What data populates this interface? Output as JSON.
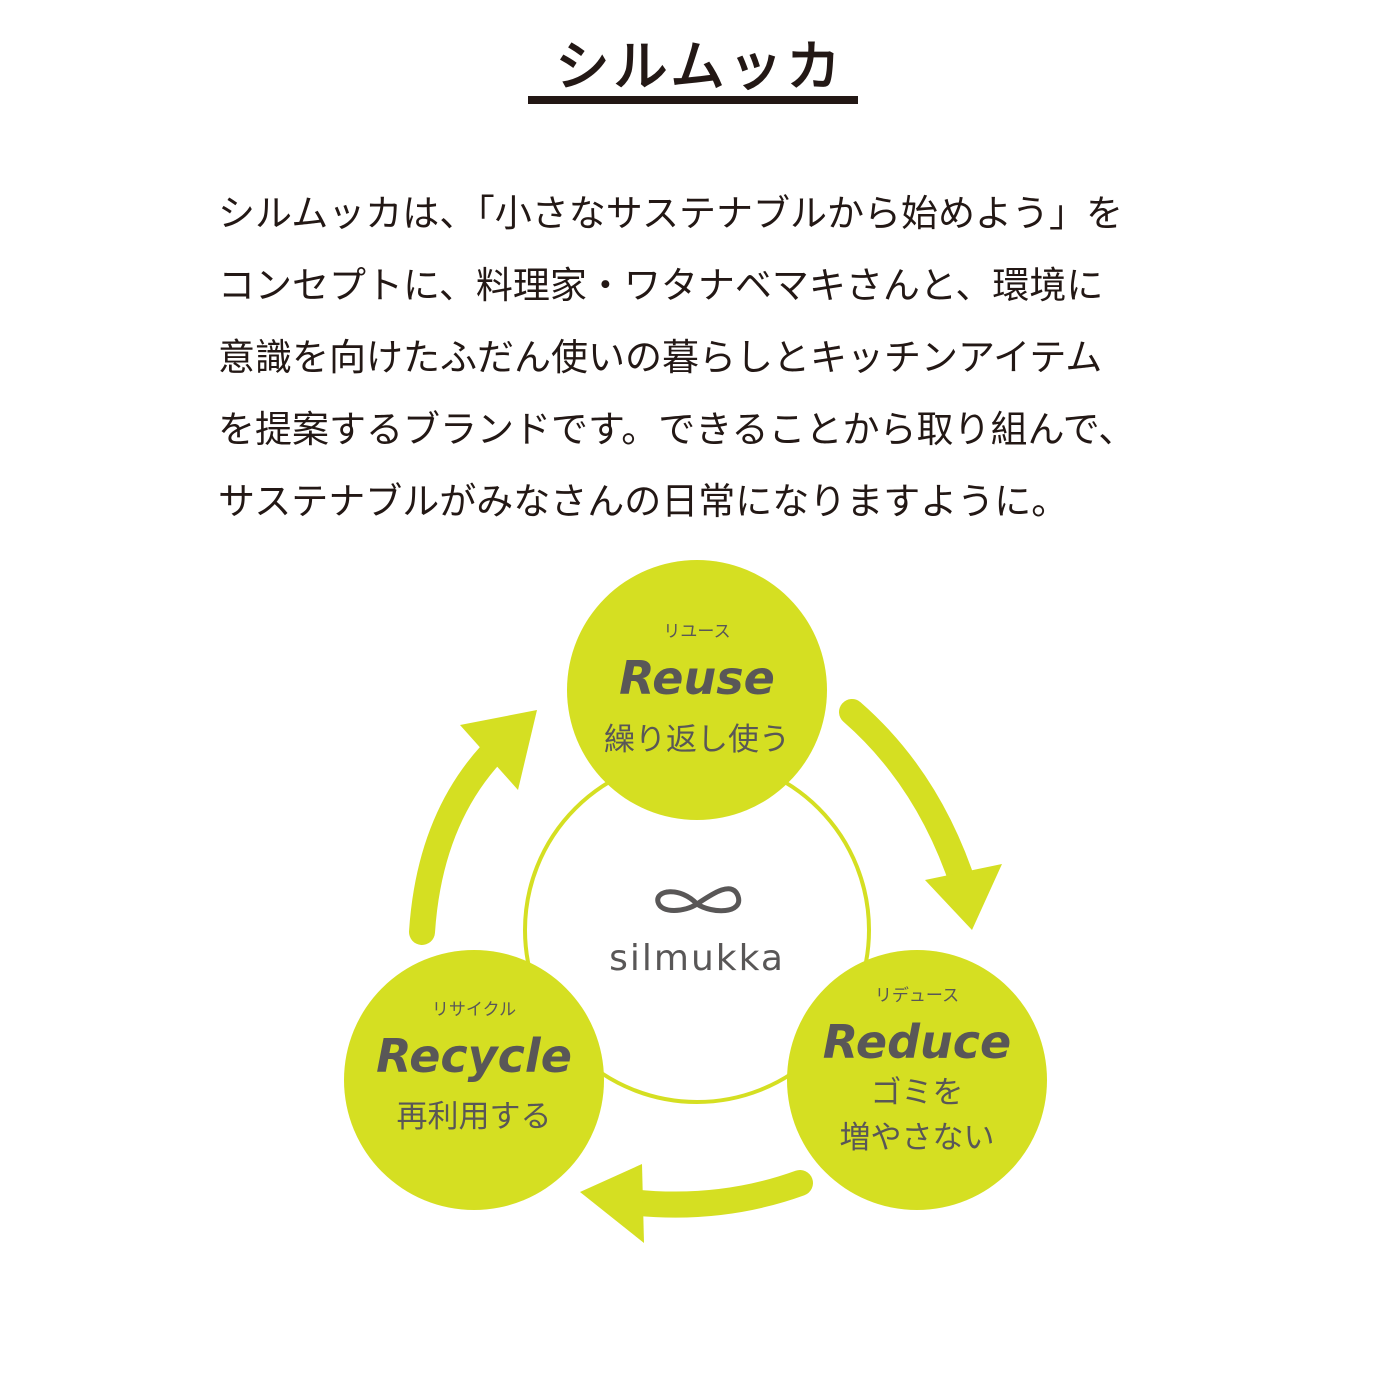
{
  "title": "シルムッカ",
  "intro_lines": [
    "シルムッカは、「小さなサステナブルから始めよう」を",
    "コンセプトに、料理家・ワタナベマキさんと、環境に",
    "意識を向けたふだん使いの暮らしとキッチンアイテム",
    "を提案するブランドです。できることから取り組んで、",
    "サステナブルがみなさんの日常になりますように。"
  ],
  "brand": {
    "name": "silmukka",
    "icon": "infinity-icon"
  },
  "colors": {
    "accent": "#d5df22",
    "text": "#595757",
    "title": "#231815"
  },
  "cycle": {
    "reuse": {
      "ruby": "リユース",
      "en": "Reuse",
      "ja_lines": [
        "繰り返し使う"
      ]
    },
    "reduce": {
      "ruby": "リデュース",
      "en": "Reduce",
      "ja_lines": [
        "ゴミを",
        "増やさない"
      ]
    },
    "recycle": {
      "ruby": "リサイクル",
      "en": "Recycle",
      "ja_lines": [
        "再利用する"
      ]
    }
  }
}
